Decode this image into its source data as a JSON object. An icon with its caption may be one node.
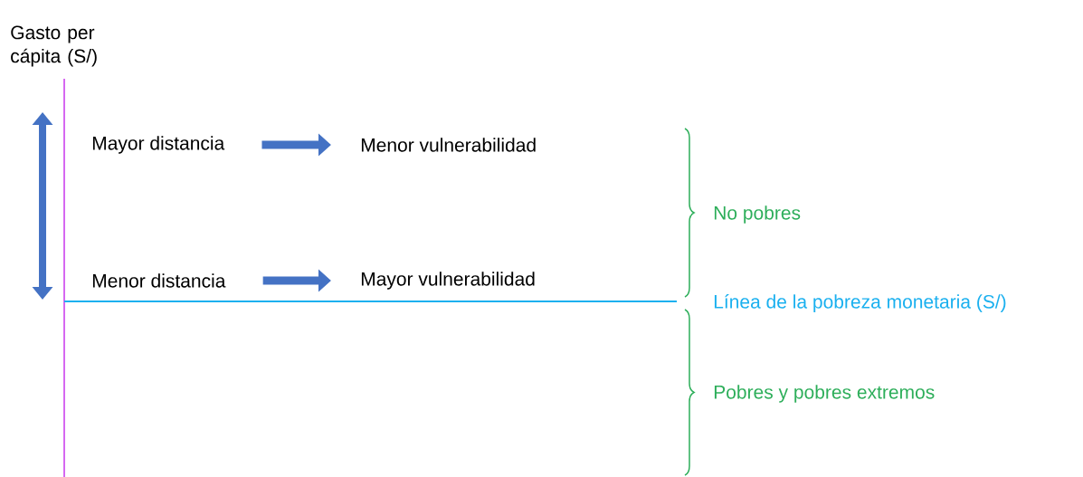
{
  "diagram": {
    "nodes": [
      {
        "text": [
          "Mayor distancia"
        ]
      },
      {
        "text": [
          "Menor vulnerabilidad"
        ]
      },
      {
        "text": [
          "Menor distancia"
        ]
      },
      {
        "text": [
          "Mayor vulnerabilidad"
        ]
      }
    ],
    "edges": [
      {
        "from": 0,
        "to": 1,
        "arrow": "to"
      },
      {
        "from": 2,
        "to": 3,
        "arrow": "to"
      }
    ],
    "labels": [
      "Gasto per cápita (S/)",
      "No pobres",
      "Línea de la pobreza monetaria (S/)",
      "Pobres y pobres extremos"
    ]
  }
}
